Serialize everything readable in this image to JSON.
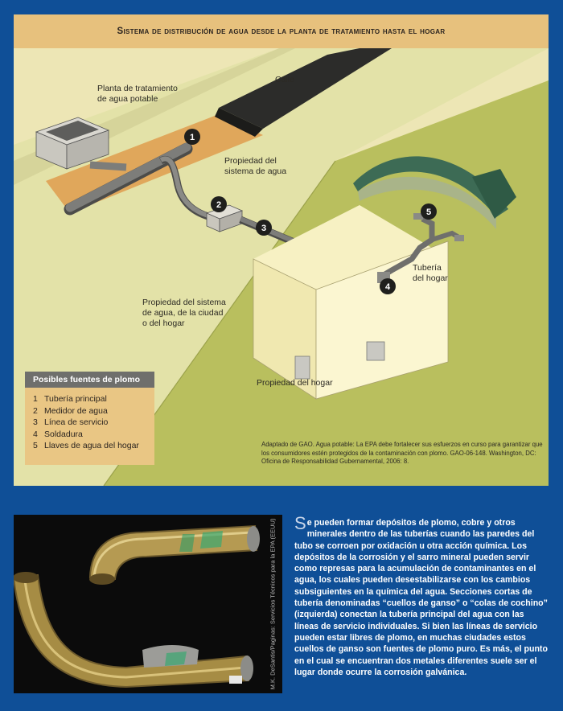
{
  "title": "Sistema de distribución de agua desde la planta de tratamiento hasta el hogar",
  "labels": {
    "street": "Calle",
    "plant_line1": "Planta de tratamiento",
    "plant_line2": "de agua potable",
    "system_property_line1": "Propiedad del",
    "system_property_line2": "sistema de agua",
    "pipe_line1": "Tubería",
    "pipe_line2": "del hogar",
    "mixed_line1": "Propiedad del sistema",
    "mixed_line2": "de agua, de la ciudad",
    "mixed_line3": "o del hogar",
    "home_property": "Propiedad del hogar"
  },
  "markers": [
    "1",
    "2",
    "3",
    "4",
    "5"
  ],
  "legend": {
    "title": "Posibles fuentes de plomo",
    "items": [
      {
        "num": "1",
        "text": "Tubería principal"
      },
      {
        "num": "2",
        "text": "Medidor de agua"
      },
      {
        "num": "3",
        "text": "Línea de servicio"
      },
      {
        "num": "4",
        "text": "Soldadura"
      },
      {
        "num": "5",
        "text": "Llaves de agua del hogar"
      }
    ]
  },
  "source": "Adaptado de GAO. Agua potable: La EPA debe fortalecer sus esfuerzos en curso para garantizar que los consumidores estén protegidos de la contaminación con plomo. GAO-06-148. Washington, DC: Oficina de Responsabilidad Gubernamental, 2006: 8.",
  "photo_credit": "M.K. DeSantis/Paginas: Servicios Técnicos para la EPA (EEUU)",
  "body_dropcap": "S",
  "body_text": "e pueden formar depósitos de plomo, cobre y otros minerales dentro de las tuberías cuando las paredes del tubo se corroen por oxidación u otra acción química. Los depósitos de la corrosión y el sarro mineral pueden servir como represas para la acumulación de contaminantes en el agua, los cuales pueden desestabilizarse con los cambios subsiguientes en la química del agua. Secciones cortas de tubería denominadas “cuellos de ganso” o “colas de cochino” (izquierda) conectan la tubería principal del agua con las líneas de servicio individuales. Si bien las líneas de servicio pueden estar libres de plomo, en muchas ciudades estos cuellos de ganso son fuentes de plomo puro. Es más, el punto en el cual se encuentran dos metales diferentes suele ser el lugar donde ocurre la corrosión galvánica.",
  "colors": {
    "background": "#0f4f97",
    "title_bar": "#e7c17d",
    "lawn_light": "#e4e3a2",
    "lawn_dark": "#b4bc55",
    "street": "#2c2c2a",
    "house_wall": "#f7f1c3",
    "roof": "#3d6b55",
    "pipe": "#6f6f6c",
    "legend_bg": "#e9c684",
    "legend_head": "#6f6f6c"
  }
}
